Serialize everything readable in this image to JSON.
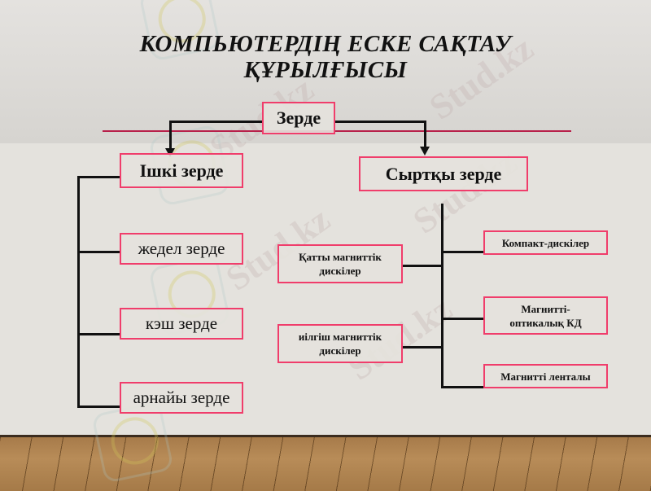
{
  "slide": {
    "title_line1": "КОМПЬЮТЕРДІҢ ЕСКЕ САҚТАУ",
    "title_line2": "ҚҰРЫЛҒЫСЫ",
    "colors": {
      "box_border": "#f03d6b",
      "accent_line": "#b8204a",
      "connector": "#111111"
    }
  },
  "diagram": {
    "root": "Зерде",
    "internal": {
      "label": "Ішкі зерде",
      "children": [
        "жедел зерде",
        "кэш зерде",
        "арнайы зерде"
      ]
    },
    "external": {
      "label": "Сыртқы зерде",
      "left_children": [
        "Қатты магниттік дискілер",
        "иілгіш магниттік дискілер"
      ],
      "right_children": [
        "Компакт-дискілер",
        "Магнитті-оптикалық КД",
        "Магнитті ленталы"
      ]
    }
  },
  "watermark": {
    "text": "Stud.kz"
  }
}
